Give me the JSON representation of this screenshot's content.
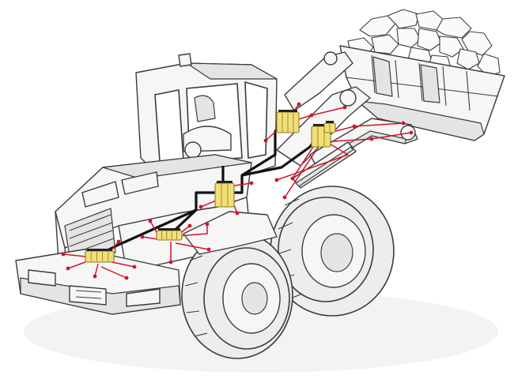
{
  "colors": {
    "background": "#ffffff",
    "outline": "#3c3c3c",
    "body_fill": "#f6f6f6",
    "shade_fill": "#e4e4e4",
    "dark_fill": "#cfcfcf",
    "tire_fill": "#ededed",
    "rock_fill": "#fafafa",
    "shadow": "#e9e9e9",
    "main_line": "#111111",
    "lube_line": "#d2142a",
    "lube_point": "#d2142a",
    "distributor_fill": "#f2df78",
    "distributor_edge": "#8a7a20"
  },
  "diagram": {
    "subject": "wheel-loader-centralized-lubrication-system",
    "distributor_blocks": 6,
    "lubrication_points_shown": 26
  }
}
